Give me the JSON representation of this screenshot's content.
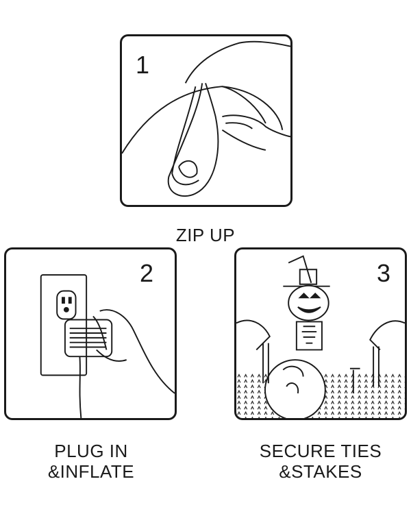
{
  "steps": [
    {
      "number": "1",
      "label_line1": "ZIP UP",
      "label_line2": ""
    },
    {
      "number": "2",
      "label_line1": "PLUG IN",
      "label_line2": "&INFLATE"
    },
    {
      "number": "3",
      "label_line1": "SECURE TIES",
      "label_line2": "&STAKES"
    }
  ]
}
